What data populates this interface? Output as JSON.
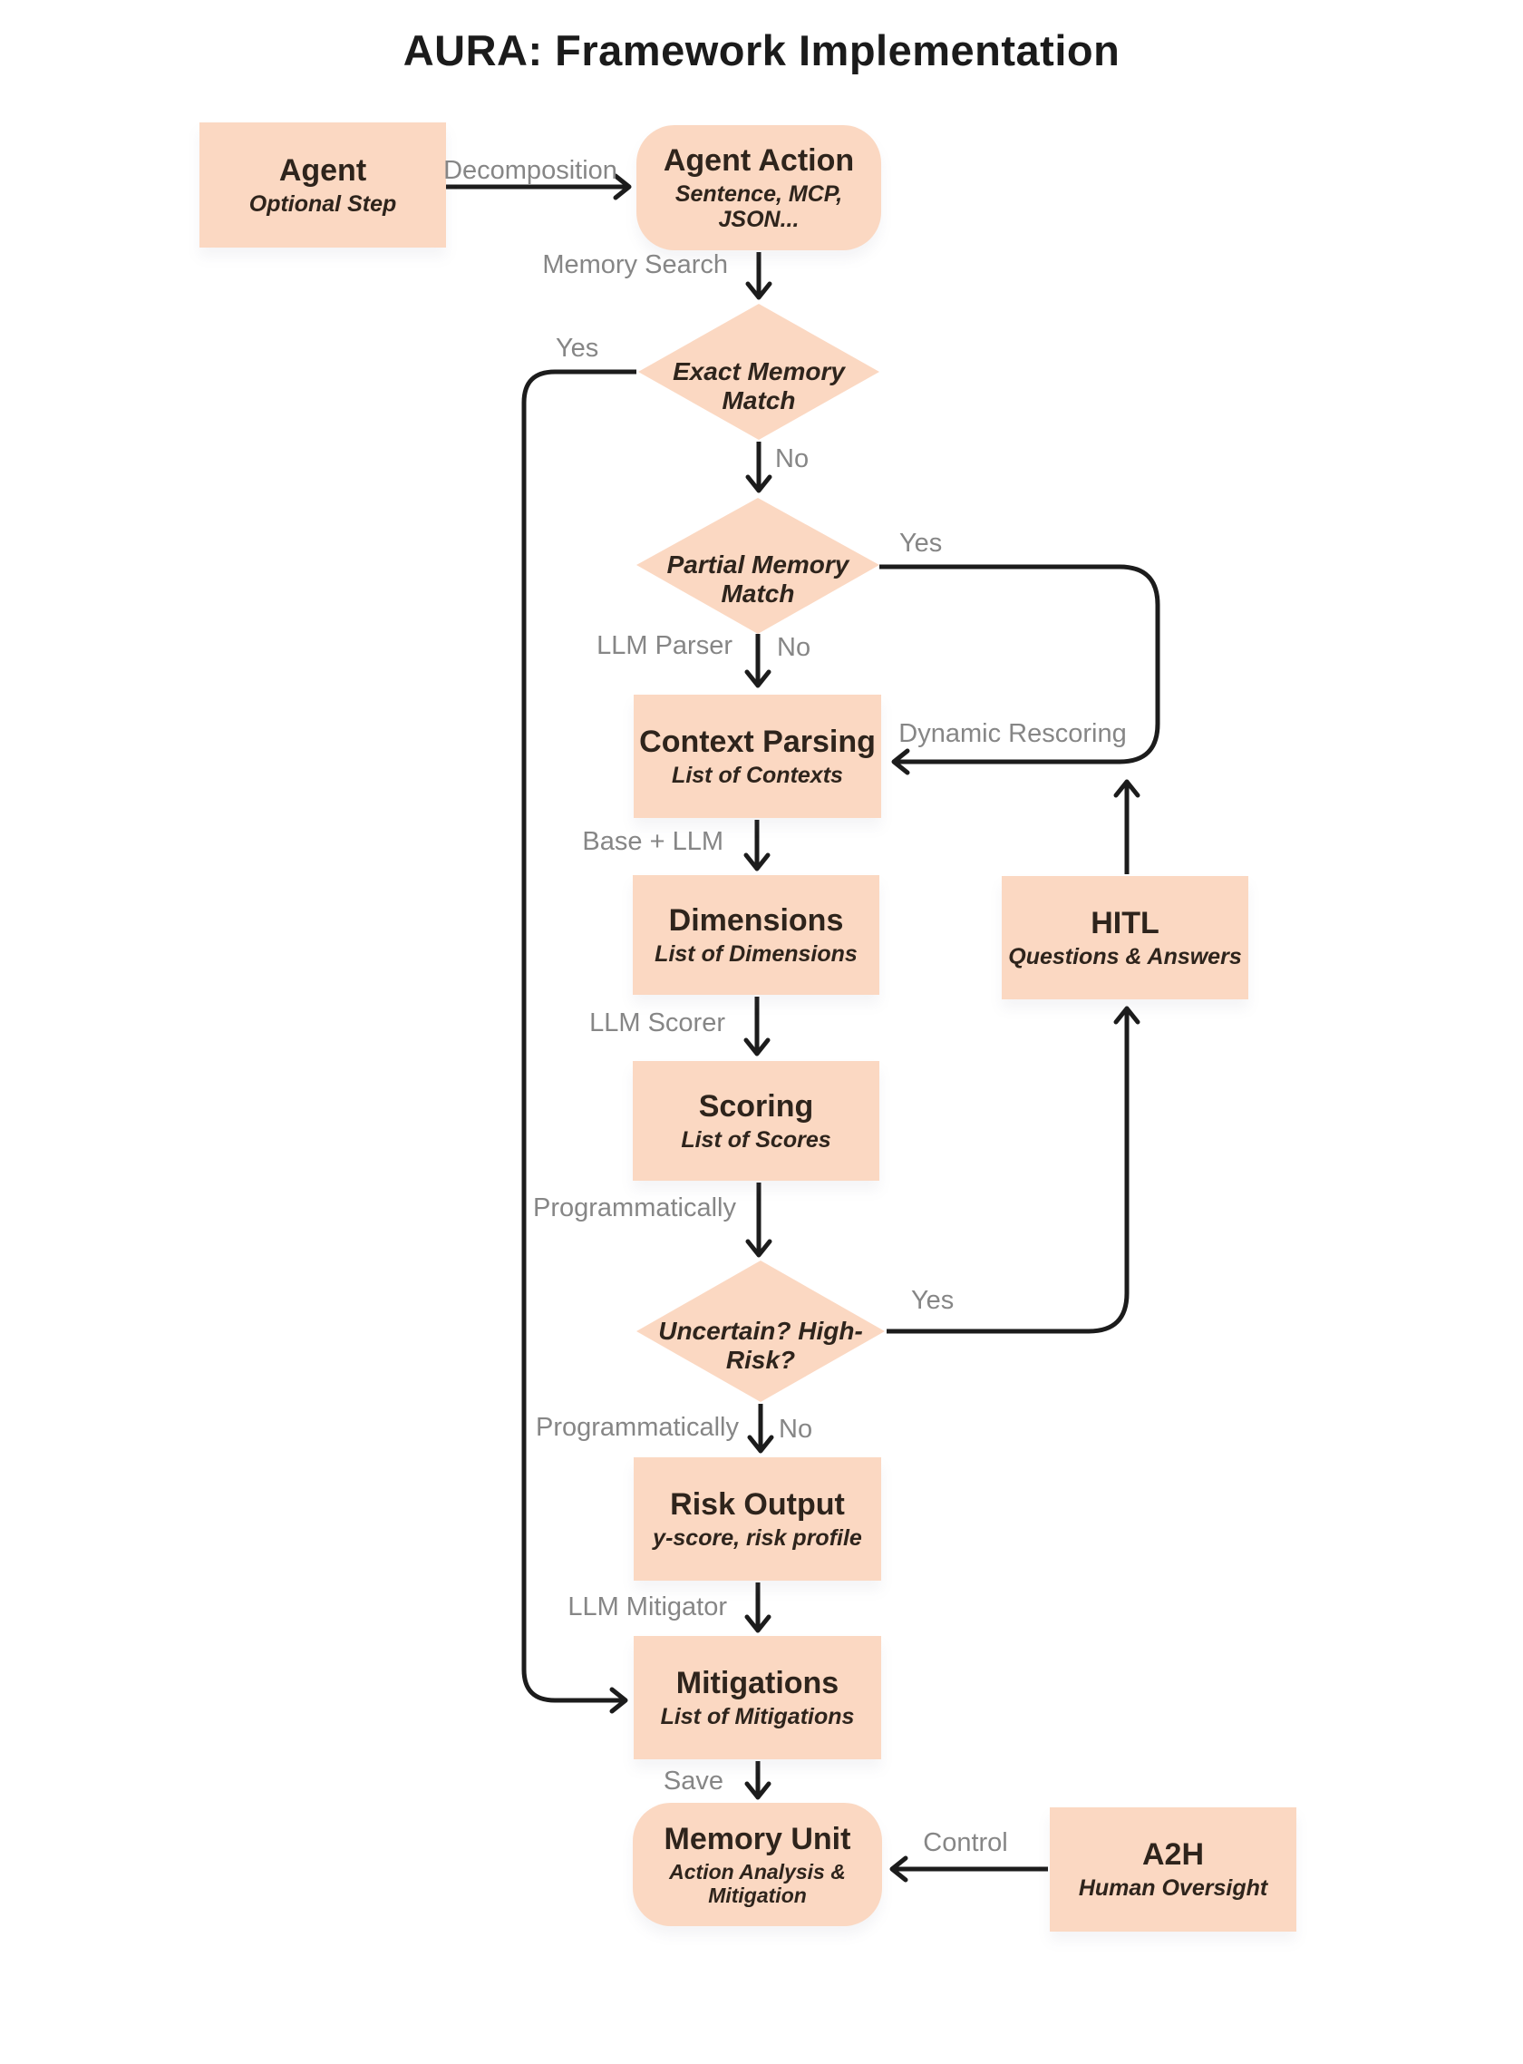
{
  "title": "AURA: Framework Implementation",
  "colors": {
    "node_fill": "#fbd8c2",
    "line": "#1c1c1c",
    "edge_label": "#868686",
    "node_text": "#2e241c"
  },
  "nodes": {
    "agent": {
      "label": "Agent",
      "sublabel": "Optional Step"
    },
    "agent_action": {
      "label": "Agent Action",
      "sublabel": "Sentence, MCP, JSON..."
    },
    "exact_match": {
      "label": "Exact Memory Match"
    },
    "partial_match": {
      "label": "Partial Memory Match"
    },
    "context_parsing": {
      "label": "Context Parsing",
      "sublabel": "List of Contexts"
    },
    "dimensions": {
      "label": "Dimensions",
      "sublabel": "List of Dimensions"
    },
    "scoring": {
      "label": "Scoring",
      "sublabel": "List of Scores"
    },
    "uncertain": {
      "label": "Uncertain? High-Risk?"
    },
    "risk_output": {
      "label": "Risk Output",
      "sublabel": "y-score, risk profile"
    },
    "mitigations": {
      "label": "Mitigations",
      "sublabel": "List of Mitigations"
    },
    "memory_unit": {
      "label": "Memory Unit",
      "sublabel": "Action Analysis & Mitigation"
    },
    "hitl": {
      "label": "HITL",
      "sublabel": "Questions & Answers"
    },
    "a2h": {
      "label": "A2H",
      "sublabel": "Human Oversight"
    }
  },
  "edge_labels": {
    "decomposition": "Decomposition",
    "memory_search": "Memory Search",
    "yes_exact": "Yes",
    "no_exact": "No",
    "yes_partial": "Yes",
    "llm_parser": "LLM Parser",
    "no_partial": "No",
    "dynamic_rescoring": "Dynamic Rescoring",
    "base_llm": "Base + LLM",
    "llm_scorer": "LLM Scorer",
    "programmatically_in": "Programmatically",
    "yes_uncertain": "Yes",
    "programmatically_out": "Programmatically",
    "no_uncertain": "No",
    "llm_mitigator": "LLM Mitigator",
    "save": "Save",
    "control": "Control"
  },
  "edges": [
    {
      "from": "agent",
      "to": "agent_action",
      "label": "Decomposition"
    },
    {
      "from": "agent_action",
      "to": "exact_match",
      "label": "Memory Search"
    },
    {
      "from": "exact_match",
      "to": "mitigations",
      "label": "Yes"
    },
    {
      "from": "exact_match",
      "to": "partial_match",
      "label": "No"
    },
    {
      "from": "partial_match",
      "to": "context_parsing",
      "label": "Yes / Dynamic Rescoring"
    },
    {
      "from": "partial_match",
      "to": "context_parsing",
      "label": "No / LLM Parser"
    },
    {
      "from": "context_parsing",
      "to": "dimensions",
      "label": "Base + LLM"
    },
    {
      "from": "dimensions",
      "to": "scoring",
      "label": "LLM Scorer"
    },
    {
      "from": "scoring",
      "to": "uncertain",
      "label": "Programmatically"
    },
    {
      "from": "uncertain",
      "to": "hitl",
      "label": "Yes"
    },
    {
      "from": "uncertain",
      "to": "risk_output",
      "label": "No / Programmatically"
    },
    {
      "from": "hitl",
      "to": "context_parsing",
      "label": "Dynamic Rescoring"
    },
    {
      "from": "risk_output",
      "to": "mitigations",
      "label": "LLM Mitigator"
    },
    {
      "from": "mitigations",
      "to": "memory_unit",
      "label": "Save"
    },
    {
      "from": "a2h",
      "to": "memory_unit",
      "label": "Control"
    }
  ]
}
